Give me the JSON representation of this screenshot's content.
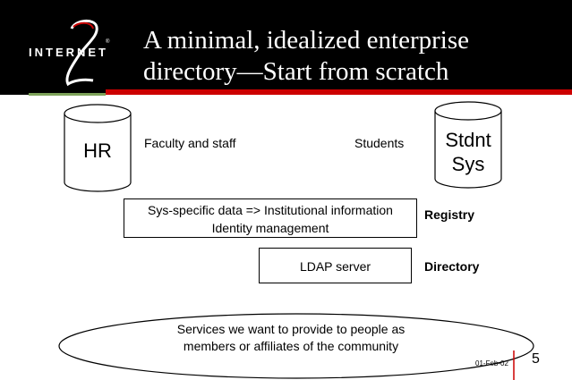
{
  "header": {
    "logo_text": "INTERNET",
    "logo_mark": "2",
    "logo_tm": "®",
    "title_line1": "A minimal, idealized enterprise",
    "title_line2": "directory—Start from scratch"
  },
  "diagram": {
    "hr_label": "HR",
    "stdnt_line1": "Stdnt",
    "stdnt_line2": "Sys",
    "faculty_label": "Faculty and staff",
    "students_label": "Students",
    "registry_box_line1": "Sys-specific data => Institutional information",
    "registry_box_line2": "Identity management",
    "registry_label": "Registry",
    "ldap_label": "LDAP server",
    "directory_label": "Directory",
    "services_line1": "Services we want to provide to people as",
    "services_line2": "members or affiliates of the community"
  },
  "footer": {
    "date": "01-Feb-02",
    "slide_number": "5"
  },
  "colors": {
    "header_bg": "#000000",
    "accent_red": "#cc0000",
    "accent_green": "#7ea35a"
  }
}
